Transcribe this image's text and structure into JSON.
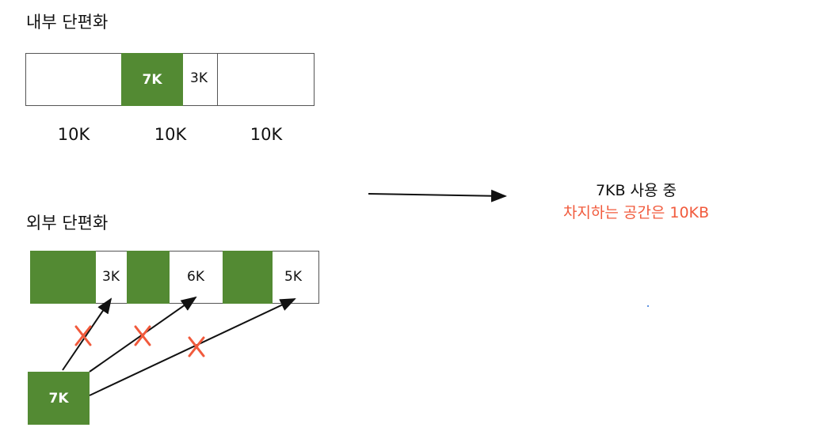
{
  "internal": {
    "title": "내부 단편화",
    "used_label": "7K",
    "free_label": "3K",
    "partition_labels": [
      "10K",
      "10K",
      "10K"
    ]
  },
  "external": {
    "title": "외부 단편화",
    "free_labels": [
      "3K",
      "6K",
      "5K"
    ],
    "process_label": "7K"
  },
  "note": {
    "line1": "7KB 사용 중",
    "line2": "차지하는 공간은 10KB"
  },
  "colors": {
    "used": "#538a33",
    "cross": "#f15a3c",
    "note_highlight": "#f15a3c"
  }
}
